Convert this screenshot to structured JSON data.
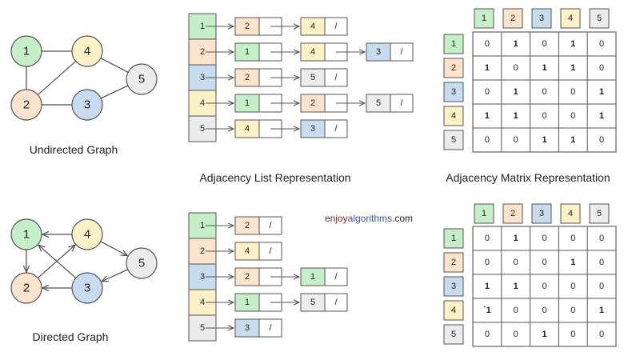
{
  "colors": {
    "green": "#c5efc6",
    "orange": "#fce4cc",
    "blue": "#c8dcf0",
    "yellow": "#fdf1c6",
    "gray": "#ececec",
    "stroke": "#555555",
    "text": "#222222",
    "brand_primary": "#8b1d1d",
    "brand_accent": "#3a4ea5"
  },
  "captions": {
    "undirected": "Undirected Graph",
    "directed": "Directed Graph",
    "adj_list": "Adjacency List Representation",
    "adj_matrix": "Adjacency Matrix Representation"
  },
  "brand": {
    "part1": "enjoy",
    "part2": "algorithms",
    "part3": ".com"
  },
  "nodes": [
    {
      "label": "1",
      "color": "green"
    },
    {
      "label": "2",
      "color": "orange"
    },
    {
      "label": "3",
      "color": "blue"
    },
    {
      "label": "4",
      "color": "yellow"
    },
    {
      "label": "5",
      "color": "gray"
    }
  ],
  "null_symbol": "/",
  "undirected_edges": [
    [
      "1",
      "2"
    ],
    [
      "1",
      "4"
    ],
    [
      "2",
      "4"
    ],
    [
      "2",
      "3"
    ],
    [
      "3",
      "5"
    ],
    [
      "4",
      "5"
    ]
  ],
  "directed_edges": [
    [
      "4",
      "1"
    ],
    [
      "1",
      "2"
    ],
    [
      "3",
      "2"
    ],
    [
      "3",
      "1"
    ],
    [
      "4",
      "5"
    ],
    [
      "5",
      "3"
    ],
    [
      "2",
      "4"
    ]
  ],
  "undirected_list": [
    [
      "2",
      "4"
    ],
    [
      "1",
      "4",
      "3"
    ],
    [
      "2",
      "5"
    ],
    [
      "1",
      "2",
      "5"
    ],
    [
      "4",
      "3"
    ]
  ],
  "directed_list": [
    [
      "2"
    ],
    [
      "4"
    ],
    [
      "2",
      "1"
    ],
    [
      "1",
      "5"
    ],
    [
      "3"
    ]
  ],
  "undirected_matrix": [
    [
      "0",
      "1",
      "0",
      "1",
      "0"
    ],
    [
      "1",
      "0",
      "1",
      "1",
      "0"
    ],
    [
      "0",
      "1",
      "0",
      "0",
      "1"
    ],
    [
      "1",
      "1",
      "0",
      "0",
      "1"
    ],
    [
      "0",
      "0",
      "1",
      "1",
      "0"
    ]
  ],
  "directed_matrix": [
    [
      "0",
      "1",
      "0",
      "0",
      "0"
    ],
    [
      "0",
      "0",
      "0",
      "1",
      "0"
    ],
    [
      "1",
      "1",
      "0",
      "0",
      "0"
    ],
    [
      "`1",
      "0",
      "0",
      "0",
      "1"
    ],
    [
      "0",
      "0",
      "1",
      "0",
      "0"
    ]
  ]
}
